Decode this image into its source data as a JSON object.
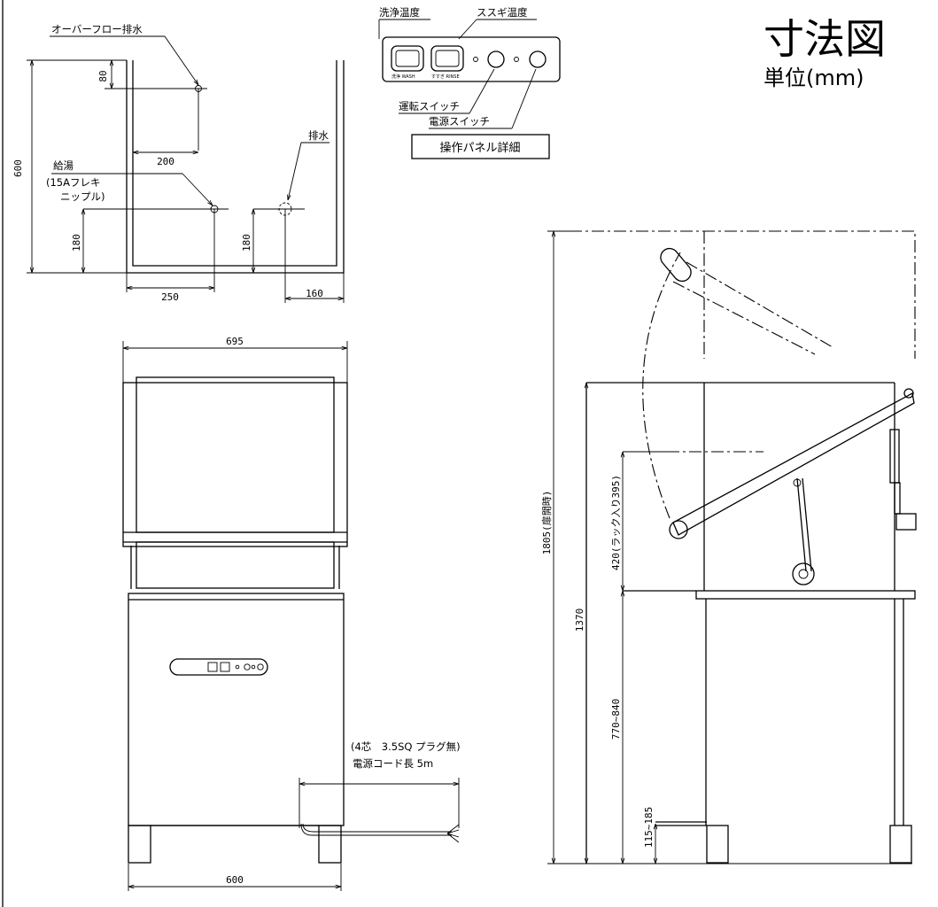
{
  "title": "寸法図",
  "unit": "単位(mm)",
  "top_view": {
    "overflow_drain": "オーバーフロー排水",
    "supply_label": "給湯",
    "supply_spec_line1": "(15Aフレキ",
    "supply_spec_line2": "ニップル)",
    "drain": "排水",
    "dim_depth": "600",
    "dim_80": "80",
    "dim_200": "200",
    "dim_180_left": "180",
    "dim_180_right": "180",
    "dim_250": "250",
    "dim_160": "160"
  },
  "panel": {
    "wash_temp": "洗浄温度",
    "rinse_temp": "ススギ温度",
    "wash_sub": "洗浄 WASH",
    "rinse_sub": "すすぎ RINSE",
    "run_switch": "運転スイッチ",
    "power_switch": "電源スイッチ",
    "caption": "操作パネル詳細"
  },
  "front_view": {
    "dim_width_top": "695",
    "dim_width_bottom": "600",
    "cord_spec": "(4芯　3.5SQ プラグ無)",
    "cord_length": "電源コード長 5m"
  },
  "side_view": {
    "dim_open_height": "1805(扉開時)",
    "dim_total_height": "1370",
    "dim_rack": "420(ラック入り395)",
    "dim_table": "770~840",
    "dim_drain_height": "115~185"
  }
}
